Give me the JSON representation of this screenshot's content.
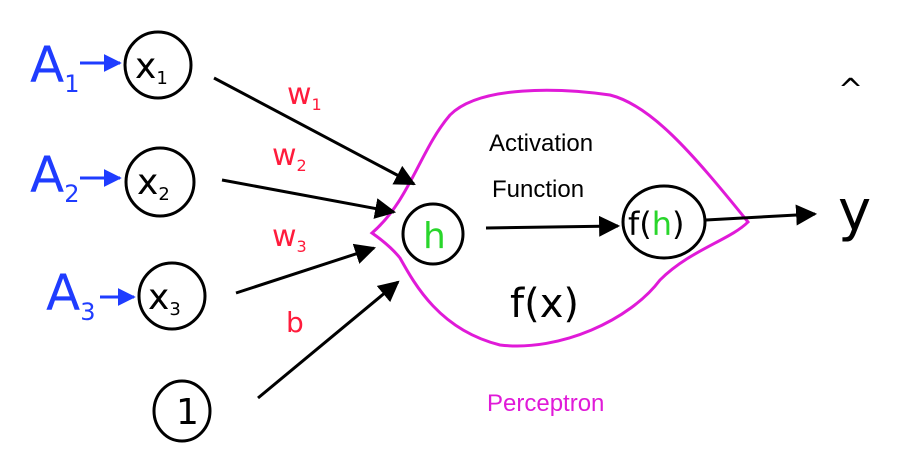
{
  "inputs": [
    {
      "source": "A",
      "source_sub": "1",
      "node": "x",
      "node_sub": "1"
    },
    {
      "source": "A",
      "source_sub": "2",
      "node": "x",
      "node_sub": "2"
    },
    {
      "source": "A",
      "source_sub": "3",
      "node": "x",
      "node_sub": "3"
    }
  ],
  "bias_node": "1",
  "weights": {
    "w1": "w",
    "w1_sub": "1",
    "w2": "w",
    "w2_sub": "2",
    "w3": "w",
    "w3_sub": "3",
    "bias": "b"
  },
  "perceptron": {
    "sum_node": "h",
    "activation_label_line1": "Activation",
    "activation_label_line2": "Function",
    "activation_node_prefix": "f(",
    "activation_node_arg": "h",
    "activation_node_suffix": ")",
    "function_label": "f(x)",
    "name": "Perceptron"
  },
  "output": {
    "symbol": "y",
    "hat": "^"
  },
  "colors": {
    "input": "#1f3cff",
    "weight": "#ff1c3c",
    "perceptron": "#e01ad8",
    "h": "#29d62b",
    "ink": "#000000"
  }
}
